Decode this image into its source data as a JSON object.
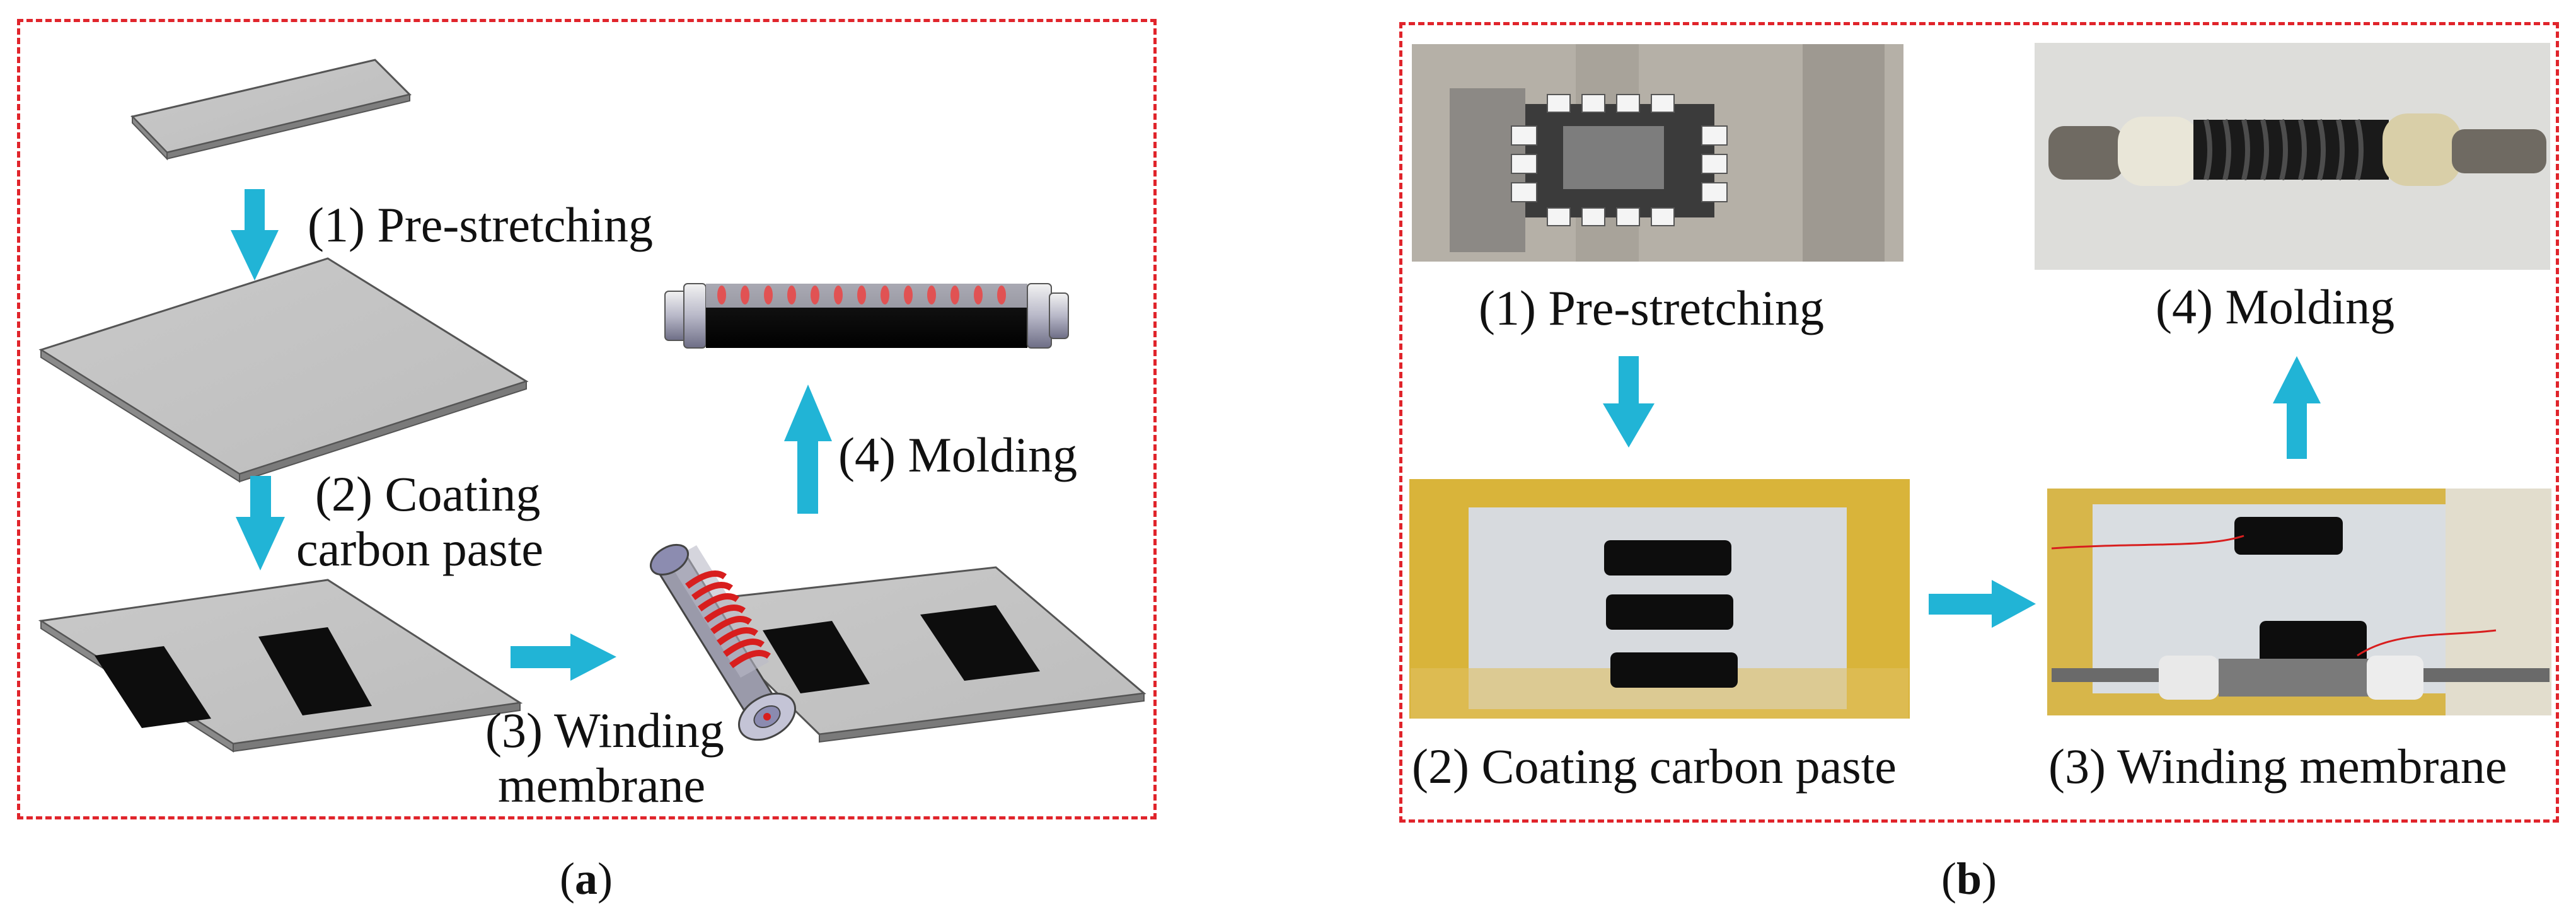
{
  "panel_a": {
    "caption_open": "(",
    "caption_letter": "a",
    "caption_close": ")",
    "steps": {
      "s1": "(1) Pre-stretching",
      "s2_l1": "(2) Coating",
      "s2_l2": "carbon paste",
      "s3_l1": "(3) Winding",
      "s3_l2": "membrane",
      "s4": "(4) Molding"
    }
  },
  "panel_b": {
    "caption_open": "(",
    "caption_letter": "b",
    "caption_close": ")",
    "steps": {
      "s1": "(1) Pre-stretching",
      "s2": "(2) Coating carbon paste",
      "s3": "(3) Winding membrane",
      "s4": "(4) Molding"
    }
  },
  "colors": {
    "frame": "#e0242b",
    "arrow": "#21b4d6",
    "sheet": "#c8c8c8",
    "electrode": "#0d0d0d",
    "spring": "#d81e1e"
  }
}
